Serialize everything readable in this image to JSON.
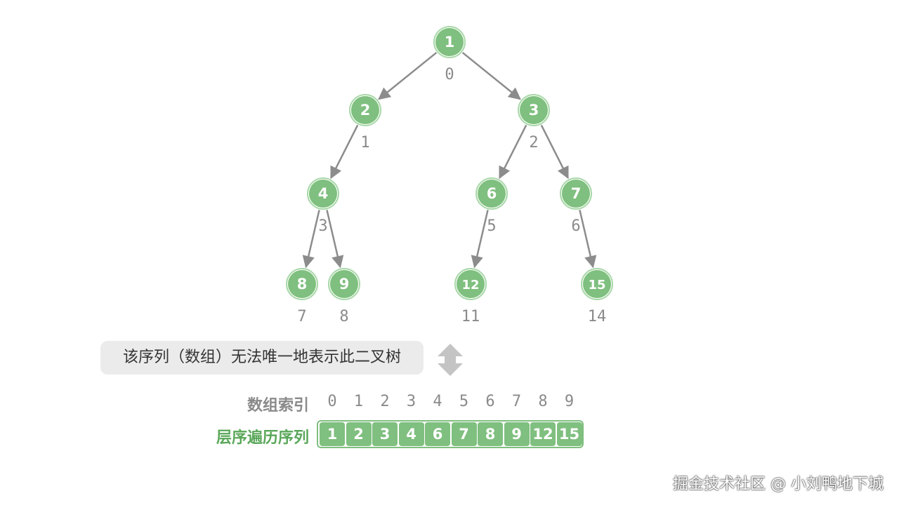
{
  "tree": {
    "nodes": [
      {
        "value": "1",
        "index": "0"
      },
      {
        "value": "2",
        "index": "1"
      },
      {
        "value": "3",
        "index": "2"
      },
      {
        "value": "4",
        "index": "3"
      },
      {
        "value": "6",
        "index": "5"
      },
      {
        "value": "7",
        "index": "6"
      },
      {
        "value": "8",
        "index": "7"
      },
      {
        "value": "9",
        "index": "8"
      },
      {
        "value": "12",
        "index": "11"
      },
      {
        "value": "15",
        "index": "14"
      }
    ],
    "edges": [
      [
        0,
        1
      ],
      [
        0,
        2
      ],
      [
        1,
        3
      ],
      [
        2,
        4
      ],
      [
        2,
        5
      ],
      [
        3,
        6
      ],
      [
        3,
        7
      ],
      [
        4,
        8
      ],
      [
        5,
        9
      ]
    ]
  },
  "caption": "该序列（数组）无法唯一地表示此二叉树",
  "array": {
    "index_label": "数组索引",
    "sequence_label": "层序遍历序列",
    "indices": [
      "0",
      "1",
      "2",
      "3",
      "4",
      "5",
      "6",
      "7",
      "8",
      "9"
    ],
    "values": [
      "1",
      "2",
      "3",
      "4",
      "6",
      "7",
      "8",
      "9",
      "12",
      "15"
    ]
  },
  "watermark": "掘金技术社区 @ 小刘鸭地下城",
  "colors": {
    "node_fill": "#7fbf7f",
    "node_ring": "#a8d8a8",
    "edge": "#8c8c8c",
    "index_text": "#8a8a8a",
    "sequence_label": "#5aa75a",
    "caption_bg": "#ebebeb"
  }
}
